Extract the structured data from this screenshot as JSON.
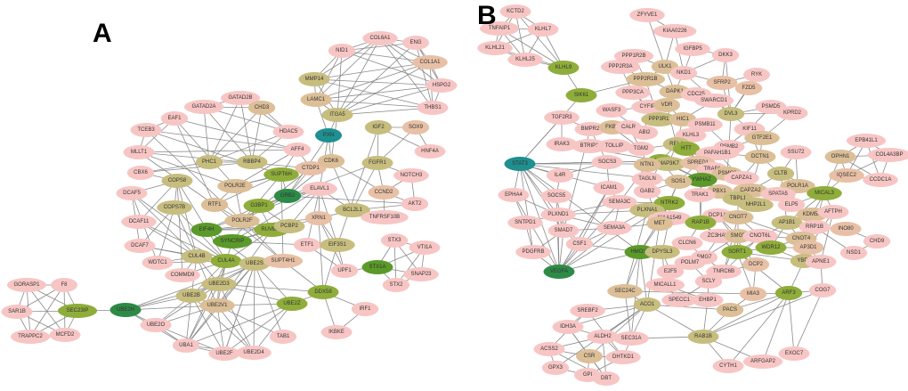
{
  "colors": {
    "pink": "#f7c6c4",
    "peach": "#e8c0a6",
    "tan": "#dcbf97",
    "khaki": "#c7bd7e",
    "olive": "#8fad3a",
    "green": "#5b9a2a",
    "darkgreen": "#2e8b47",
    "teal": "#1f8f8f",
    "edge": "#8a8a8a"
  },
  "panels": [
    {
      "label": "A",
      "nodes": [
        {
          "id": "COL6A1",
          "c": "pink"
        },
        {
          "id": "ENG",
          "c": "pink"
        },
        {
          "id": "NID1",
          "c": "pink"
        },
        {
          "id": "COL1A1",
          "c": "peach"
        },
        {
          "id": "MMP14",
          "c": "khaki"
        },
        {
          "id": "HSPG2",
          "c": "pink"
        },
        {
          "id": "LAMC1",
          "c": "tan"
        },
        {
          "id": "THBS1",
          "c": "pink"
        },
        {
          "id": "ITGA5",
          "c": "khaki"
        },
        {
          "id": "IGF2",
          "c": "khaki"
        },
        {
          "id": "SOX9",
          "c": "peach"
        },
        {
          "id": "PXN",
          "c": "teal"
        },
        {
          "id": "HNF4A",
          "c": "pink"
        },
        {
          "id": "GATAD2B",
          "c": "pink"
        },
        {
          "id": "GATAD2A",
          "c": "pink"
        },
        {
          "id": "CHD3",
          "c": "tan"
        },
        {
          "id": "EAF1",
          "c": "pink"
        },
        {
          "id": "TCEB3",
          "c": "pink"
        },
        {
          "id": "HDAC5",
          "c": "pink"
        },
        {
          "id": "MLLT1",
          "c": "pink"
        },
        {
          "id": "AFF4",
          "c": "pink"
        },
        {
          "id": "PHC1",
          "c": "khaki"
        },
        {
          "id": "RBBP4",
          "c": "khaki"
        },
        {
          "id": "CBX6",
          "c": "pink"
        },
        {
          "id": "CTDP1",
          "c": "peach"
        },
        {
          "id": "CDK6",
          "c": "tan"
        },
        {
          "id": "FGFR1",
          "c": "khaki"
        },
        {
          "id": "SUPT6H",
          "c": "olive"
        },
        {
          "id": "COPS8",
          "c": "khaki"
        },
        {
          "id": "POLR2E",
          "c": "tan"
        },
        {
          "id": "NOTCH3",
          "c": "pink"
        },
        {
          "id": "DCAF5",
          "c": "pink"
        },
        {
          "id": "GRB2",
          "c": "darkgreen"
        },
        {
          "id": "ELAVL1",
          "c": "pink"
        },
        {
          "id": "CCND2",
          "c": "peach"
        },
        {
          "id": "AKT2",
          "c": "pink"
        },
        {
          "id": "RTF1",
          "c": "tan"
        },
        {
          "id": "COPS7B",
          "c": "khaki"
        },
        {
          "id": "G3BP1",
          "c": "olive"
        },
        {
          "id": "DCAF11",
          "c": "pink"
        },
        {
          "id": "BCL2L1",
          "c": "khaki"
        },
        {
          "id": "POLR2F",
          "c": "tan"
        },
        {
          "id": "TNFRSF10B",
          "c": "pink"
        },
        {
          "id": "XRN1",
          "c": "peach"
        },
        {
          "id": "EIF4H",
          "c": "green"
        },
        {
          "id": "RUVBL2",
          "c": "olive"
        },
        {
          "id": "PCBP2",
          "c": "khaki"
        },
        {
          "id": "DCAF7",
          "c": "pink"
        },
        {
          "id": "SYNCRIP",
          "c": "green"
        },
        {
          "id": "ETF1",
          "c": "pink"
        },
        {
          "id": "EIF3S1",
          "c": "khaki"
        },
        {
          "id": "STX3",
          "c": "pink"
        },
        {
          "id": "VTI1A",
          "c": "pink"
        },
        {
          "id": "CUL4B",
          "c": "khaki"
        },
        {
          "id": "WDTC1",
          "c": "pink"
        },
        {
          "id": "CUL4A",
          "c": "olive"
        },
        {
          "id": "UBE2S",
          "c": "khaki"
        },
        {
          "id": "SUPT4H1",
          "c": "peach"
        },
        {
          "id": "UPF1",
          "c": "pink"
        },
        {
          "id": "STX1A",
          "c": "green"
        },
        {
          "id": "SNAP23",
          "c": "pink"
        },
        {
          "id": "COMMD9",
          "c": "pink"
        },
        {
          "id": "STX2",
          "c": "pink"
        },
        {
          "id": "UBE2D3",
          "c": "khaki"
        },
        {
          "id": "GORASP1",
          "c": "pink"
        },
        {
          "id": "F8",
          "c": "pink"
        },
        {
          "id": "UBE2B",
          "c": "khaki"
        },
        {
          "id": "DDX58",
          "c": "olive"
        },
        {
          "id": "SEC23IP",
          "c": "olive"
        },
        {
          "id": "UBE2H",
          "c": "darkgreen"
        },
        {
          "id": "UBE2V1",
          "c": "tan"
        },
        {
          "id": "UBE2Z",
          "c": "olive"
        },
        {
          "id": "SAR1B",
          "c": "pink"
        },
        {
          "id": "IRF1",
          "c": "pink"
        },
        {
          "id": "UBE2O",
          "c": "pink"
        },
        {
          "id": "TRAPPC2",
          "c": "pink"
        },
        {
          "id": "MCFD2",
          "c": "pink"
        },
        {
          "id": "TAB1",
          "c": "pink"
        },
        {
          "id": "IKBKE",
          "c": "pink"
        },
        {
          "id": "UBA1",
          "c": "pink"
        },
        {
          "id": "UBE2F",
          "c": "pink"
        },
        {
          "id": "UBE2D4",
          "c": "pink"
        }
      ]
    },
    {
      "label": "B",
      "nodes": [
        {
          "id": "KCTD2",
          "c": "pink"
        },
        {
          "id": "ZFYVE1",
          "c": "pink"
        },
        {
          "id": "TNFAIP1",
          "c": "pink"
        },
        {
          "id": "KLHL7",
          "c": "pink"
        },
        {
          "id": "KIAA0226",
          "c": "pink"
        },
        {
          "id": "KLHL21",
          "c": "pink"
        },
        {
          "id": "KLHL25",
          "c": "pink"
        },
        {
          "id": "IGFBP5",
          "c": "pink"
        },
        {
          "id": "DKK3",
          "c": "pink"
        },
        {
          "id": "PPP1R2B",
          "c": "pink"
        },
        {
          "id": "KLHL9",
          "c": "olive"
        },
        {
          "id": "PPP2R3A",
          "c": "pink"
        },
        {
          "id": "ULK1",
          "c": "tan"
        },
        {
          "id": "NKD1",
          "c": "pink"
        },
        {
          "id": "PPP2R1B",
          "c": "tan"
        },
        {
          "id": "SFRP2",
          "c": "peach"
        },
        {
          "id": "RYK",
          "c": "pink"
        },
        {
          "id": "FZD5",
          "c": "peach"
        },
        {
          "id": "SIK61",
          "c": "olive"
        },
        {
          "id": "PPP3CA",
          "c": "pink"
        },
        {
          "id": "DAPK1",
          "c": "tan"
        },
        {
          "id": "CDC25",
          "c": "pink"
        },
        {
          "id": "SWARCD1",
          "c": "pink"
        },
        {
          "id": "WASF3",
          "c": "pink"
        },
        {
          "id": "CYFIP2",
          "c": "pink"
        },
        {
          "id": "VDR",
          "c": "tan"
        },
        {
          "id": "PSMD5",
          "c": "pink"
        },
        {
          "id": "KPRD2",
          "c": "pink"
        },
        {
          "id": "DVL3",
          "c": "khaki"
        },
        {
          "id": "TGF2R3",
          "c": "pink"
        },
        {
          "id": "PPP3R1",
          "c": "khaki"
        },
        {
          "id": "HIC1",
          "c": "tan"
        },
        {
          "id": "PSMB11",
          "c": "pink"
        },
        {
          "id": "KIF11",
          "c": "pink"
        },
        {
          "id": "BMPR2",
          "c": "pink"
        },
        {
          "id": "FKBP",
          "c": "tan"
        },
        {
          "id": "CALR",
          "c": "pink"
        },
        {
          "id": "ABI2",
          "c": "pink"
        },
        {
          "id": "KLHL3",
          "c": "pink"
        },
        {
          "id": "GTF2E1",
          "c": "tan"
        },
        {
          "id": "IRAK3",
          "c": "pink"
        },
        {
          "id": "BTRIP1",
          "c": "pink"
        },
        {
          "id": "TOLLIP",
          "c": "pink"
        },
        {
          "id": "TGM2",
          "c": "pink"
        },
        {
          "id": "RELA",
          "c": "khaki"
        },
        {
          "id": "HTT",
          "c": "olive"
        },
        {
          "id": "PSMB2",
          "c": "pink"
        },
        {
          "id": "PAFAH1B1",
          "c": "pink"
        },
        {
          "id": "DCTN1",
          "c": "tan"
        },
        {
          "id": "SSU72",
          "c": "pink"
        },
        {
          "id": "EPB41L1",
          "c": "pink"
        },
        {
          "id": "STAT3",
          "c": "teal"
        },
        {
          "id": "SOCS3",
          "c": "pink"
        },
        {
          "id": "ABL1",
          "c": "olive"
        },
        {
          "id": "MAP3K7",
          "c": "khaki"
        },
        {
          "id": "NTN1",
          "c": "tan"
        },
        {
          "id": "SPRED1",
          "c": "peach"
        },
        {
          "id": "TRAF6",
          "c": "pink"
        },
        {
          "id": "PSMG2",
          "c": "tan"
        },
        {
          "id": "OPHN1",
          "c": "tan"
        },
        {
          "id": "COL4A3BP",
          "c": "pink"
        },
        {
          "id": "IQSEC2",
          "c": "peach"
        },
        {
          "id": "CCDC1A",
          "c": "pink"
        },
        {
          "id": "CAPZA1",
          "c": "pink"
        },
        {
          "id": "CLTB",
          "c": "khaki"
        },
        {
          "id": "IL4R",
          "c": "pink"
        },
        {
          "id": "TAGLN",
          "c": "pink"
        },
        {
          "id": "YWHAZ",
          "c": "green"
        },
        {
          "id": "SOS1",
          "c": "tan"
        },
        {
          "id": "CAPZA2",
          "c": "tan"
        },
        {
          "id": "POLR1A",
          "c": "tan"
        },
        {
          "id": "ICAM1",
          "c": "pink"
        },
        {
          "id": "PBX1",
          "c": "tan"
        },
        {
          "id": "TRAK1",
          "c": "pink"
        },
        {
          "id": "TBPL1",
          "c": "khaki"
        },
        {
          "id": "SPATA5",
          "c": "pink"
        },
        {
          "id": "MICAL3",
          "c": "olive"
        },
        {
          "id": "EPHA4",
          "c": "pink"
        },
        {
          "id": "SOCS5",
          "c": "pink"
        },
        {
          "id": "GAB2",
          "c": "pink"
        },
        {
          "id": "NHP2L1",
          "c": "khaki"
        },
        {
          "id": "ELP5",
          "c": "pink"
        },
        {
          "id": "KDM5A",
          "c": "tan"
        },
        {
          "id": "AFTPH",
          "c": "pink"
        },
        {
          "id": "SEMA3C",
          "c": "pink"
        },
        {
          "id": "NTRK2",
          "c": "olive"
        },
        {
          "id": "PLXNA1",
          "c": "khaki"
        },
        {
          "id": "DCP1A",
          "c": "pink"
        },
        {
          "id": "CNOT7",
          "c": "tan"
        },
        {
          "id": "PLXND1",
          "c": "pink"
        },
        {
          "id": "KIAA1549",
          "c": "pink"
        },
        {
          "id": "RAP1B",
          "c": "olive"
        },
        {
          "id": "AP1B1",
          "c": "khaki"
        },
        {
          "id": "RRP1B",
          "c": "pink"
        },
        {
          "id": "INO80",
          "c": "peach"
        },
        {
          "id": "SNTPD1",
          "c": "pink"
        },
        {
          "id": "MET",
          "c": "tan"
        },
        {
          "id": "SEMA3A",
          "c": "pink"
        },
        {
          "id": "SMAD7",
          "c": "pink"
        },
        {
          "id": "ZC3HAV1",
          "c": "pink"
        },
        {
          "id": "SMG5",
          "c": "tan"
        },
        {
          "id": "CNOT6L",
          "c": "pink"
        },
        {
          "id": "CNOT4",
          "c": "tan"
        },
        {
          "id": "CHD9",
          "c": "pink"
        },
        {
          "id": "CLCN6",
          "c": "pink"
        },
        {
          "id": "WDR12",
          "c": "olive"
        },
        {
          "id": "AP3D1",
          "c": "peach"
        },
        {
          "id": "NSD1",
          "c": "pink"
        },
        {
          "id": "CSF1",
          "c": "pink"
        },
        {
          "id": "HMOX1",
          "c": "green"
        },
        {
          "id": "DPYSL3",
          "c": "khaki"
        },
        {
          "id": "SORT1",
          "c": "olive"
        },
        {
          "id": "PDGFRB",
          "c": "pink"
        },
        {
          "id": "SMG7",
          "c": "pink"
        },
        {
          "id": "YBP6",
          "c": "khaki"
        },
        {
          "id": "APNE1",
          "c": "pink"
        },
        {
          "id": "POLM7",
          "c": "pink"
        },
        {
          "id": "DCP2",
          "c": "peach"
        },
        {
          "id": "E2F5",
          "c": "pink"
        },
        {
          "id": "TNRC6B",
          "c": "pink"
        },
        {
          "id": "VEGFA",
          "c": "darkgreen"
        },
        {
          "id": "SCLY",
          "c": "pink"
        },
        {
          "id": "MICALL1",
          "c": "pink"
        },
        {
          "id": "SEC24C",
          "c": "tan"
        },
        {
          "id": "MIA3",
          "c": "peach"
        },
        {
          "id": "ARF3",
          "c": "olive"
        },
        {
          "id": "COG7",
          "c": "pink"
        },
        {
          "id": "SPECC1",
          "c": "pink"
        },
        {
          "id": "EHBP1",
          "c": "pink"
        },
        {
          "id": "ACO1",
          "c": "khaki"
        },
        {
          "id": "PACS",
          "c": "tan"
        },
        {
          "id": "SREBF2",
          "c": "pink"
        },
        {
          "id": "IDH3A",
          "c": "pink"
        },
        {
          "id": "ALDH2",
          "c": "pink"
        },
        {
          "id": "SEC31A",
          "c": "pink"
        },
        {
          "id": "RAB1B",
          "c": "khaki"
        },
        {
          "id": "ACSS2",
          "c": "pink"
        },
        {
          "id": "CSR",
          "c": "tan"
        },
        {
          "id": "DHTKD1",
          "c": "pink"
        },
        {
          "id": "EXOC7",
          "c": "pink"
        },
        {
          "id": "GPX3",
          "c": "pink"
        },
        {
          "id": "ARFGAP2",
          "c": "pink"
        },
        {
          "id": "CYTH1",
          "c": "pink"
        },
        {
          "id": "GPI",
          "c": "pink"
        },
        {
          "id": "DBT",
          "c": "pink"
        }
      ]
    }
  ]
}
